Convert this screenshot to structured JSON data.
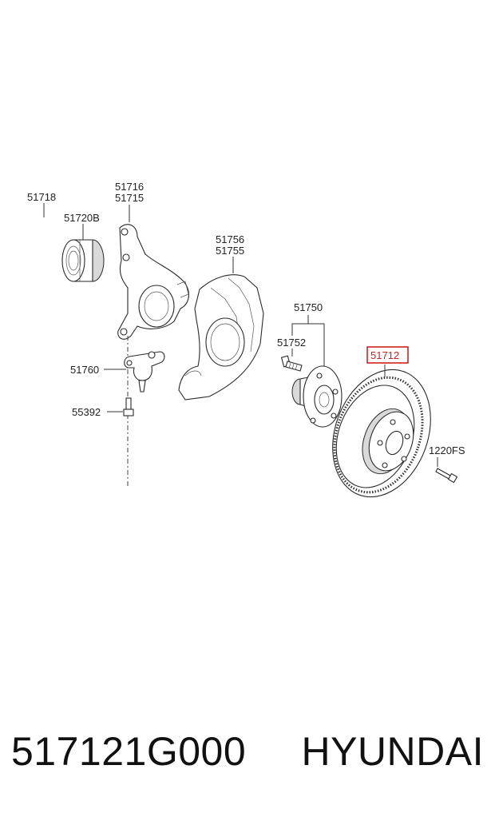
{
  "callouts": {
    "c51718": "51718",
    "c51716": "51716",
    "c51715": "51715",
    "c51720b": "51720B",
    "c51756": "51756",
    "c51755": "51755",
    "c51750": "51750",
    "c51752": "51752",
    "c51712": "51712",
    "c51760": "51760",
    "c55392": "55392",
    "c1220fs": "1220FS"
  },
  "highlight_color": "#cc2222",
  "footer": {
    "part_number": "517121G000",
    "brand": "HYUNDAI"
  }
}
